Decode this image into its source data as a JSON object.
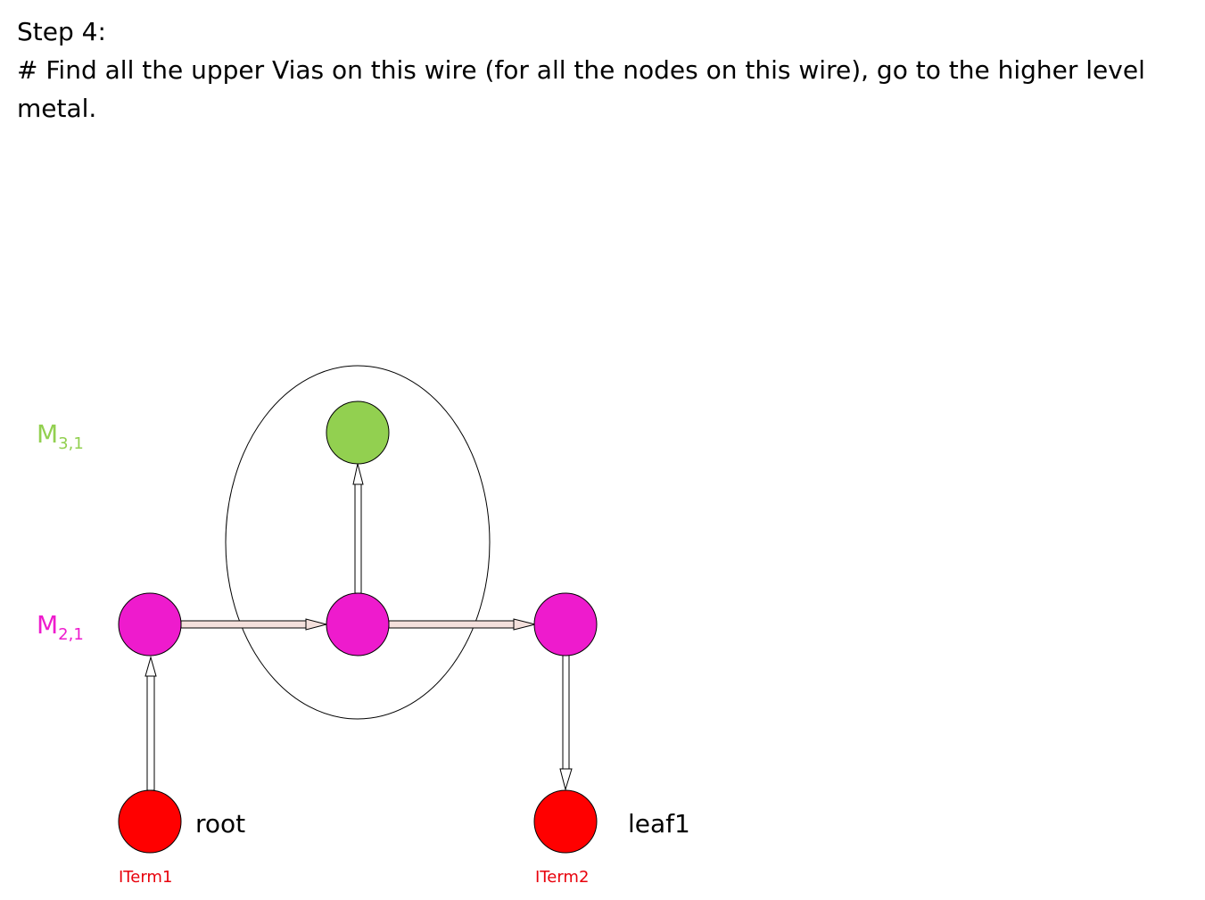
{
  "header": {
    "step": "Step 4:",
    "line1": "# Find all the upper Vias on this wire (for all the nodes on this wire), go to the higher level",
    "line2": "metal."
  },
  "metals": [
    {
      "name": "M",
      "sub": "3,1",
      "color": "#92d050"
    },
    {
      "name": "M",
      "sub": "2,1",
      "color": "#ee1bcd"
    }
  ],
  "nodes": {
    "root": "root",
    "leaf": "leaf1",
    "iterm1": "ITerm1",
    "iterm2": "ITerm2"
  },
  "colors": {
    "m3_node": "#92d050",
    "m2_node": "#ee1bcd",
    "iterm_node": "#ff0000",
    "arrow_fill": "#f4e0dc",
    "outline": "#000000"
  }
}
